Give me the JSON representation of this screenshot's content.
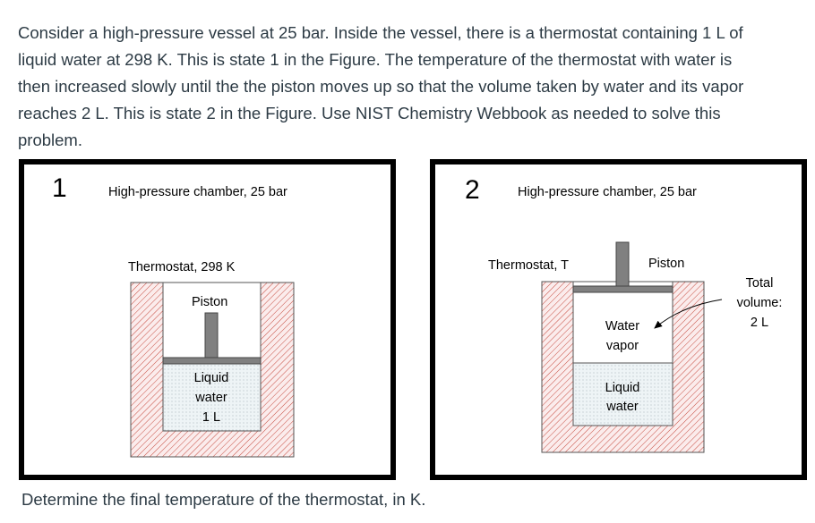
{
  "problem": {
    "paragraph_lines": [
      "Consider a high-pressure vessel at 25 bar. Inside the vessel, there is a thermostat containing 1 L of",
      "liquid water at 298 K. This is state 1 in the Figure. The temperature of the thermostat with water is",
      "then increased slowly until the the piston moves up so that the volume taken by water and its vapor",
      "reaches 2 L. This is state 2 in the Figure. Use NIST Chemistry Webbook as needed to solve this",
      "problem."
    ],
    "question": "Determine the final temperature of the thermostat, in K."
  },
  "figure": {
    "state1": {
      "number": "1",
      "chamber_label": "High-pressure chamber, 25 bar",
      "thermostat_label": "Thermostat, 298 K",
      "piston_label": "Piston",
      "liquid_line1": "Liquid",
      "liquid_line2": "water",
      "liquid_line3": "1 L"
    },
    "state2": {
      "number": "2",
      "chamber_label": "High-pressure chamber, 25 bar",
      "thermostat_label": "Thermostat, T",
      "piston_label": "Piston",
      "vapor_line1": "Water",
      "vapor_line2": "vapor",
      "liquid_line1": "Liquid",
      "liquid_line2": "water",
      "total_line1": "Total",
      "total_line2": "volume:",
      "total_line3": "2 L"
    },
    "colors": {
      "hatch_line": "#c0392b",
      "wall_fill": "#fbecec",
      "liquid_fill": "#eef4f6",
      "liquid_dot": "#9aa8ad",
      "piston": "#808080",
      "outline": "#000000"
    }
  }
}
